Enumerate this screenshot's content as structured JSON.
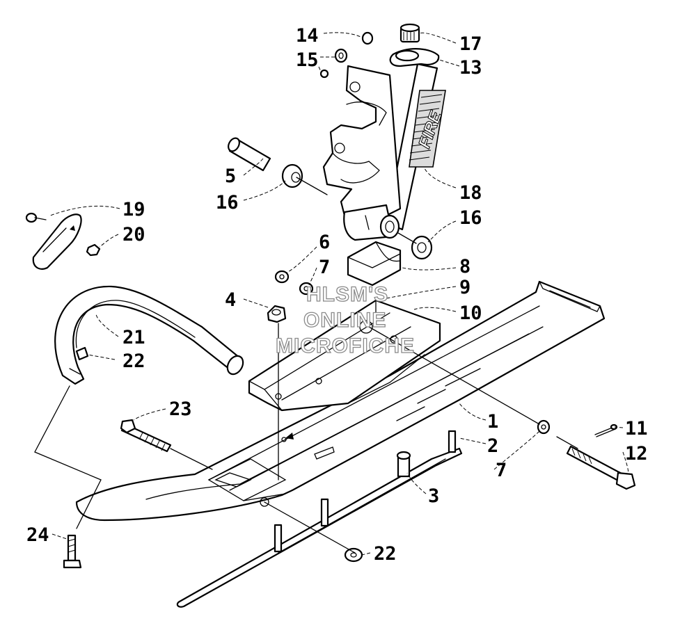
{
  "watermark": {
    "line1": "HLSM'S",
    "line2": "ONLINE",
    "line3": "MICROFICHE"
  },
  "callouts": {
    "c1": "1",
    "c2": "2",
    "c3": "3",
    "c4": "4",
    "c5": "5",
    "c6": "6",
    "c7a": "7",
    "c7b": "7",
    "c8": "8",
    "c9": "9",
    "c10": "10",
    "c11": "11",
    "c12": "12",
    "c13": "13",
    "c14": "14",
    "c15": "15",
    "c16a": "16",
    "c16b": "16",
    "c17": "17",
    "c18": "18",
    "c19": "19",
    "c20": "20",
    "c21": "21",
    "c22a": "22",
    "c22b": "22",
    "c23": "23",
    "c24": "24"
  },
  "decal_text": "FIRE"
}
